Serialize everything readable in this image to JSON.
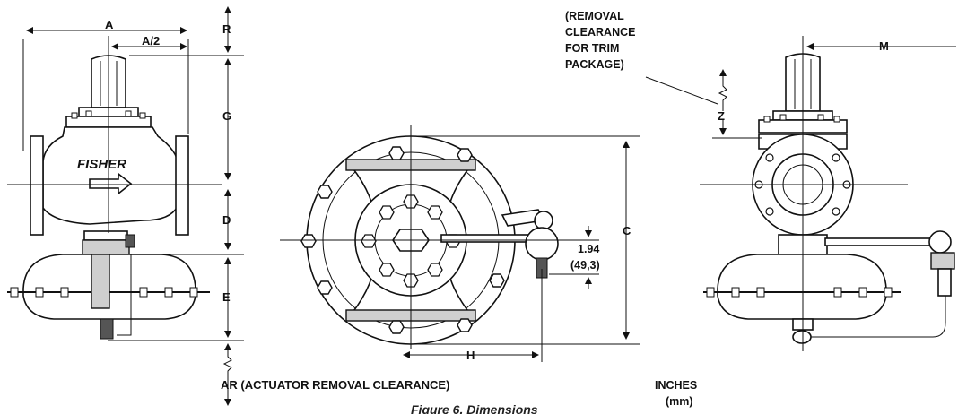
{
  "labels": {
    "dim_a": "A",
    "dim_a_half": "A/2",
    "dim_r": "R",
    "dim_g": "G",
    "dim_d": "D",
    "dim_e": "E",
    "dim_c": "C",
    "dim_h": "H",
    "dim_m": "M",
    "dim_z": "Z",
    "offset_in": "1.94",
    "offset_mm": "(49,3)",
    "brand": "FISHER",
    "ar_note": "AR (ACTUATOR REMOVAL CLEARANCE)",
    "removal_note": [
      "(REMOVAL",
      "CLEARANCE",
      "FOR TRIM",
      "PACKAGE)"
    ],
    "units_top": "INCHES",
    "units_bottom": "(mm)",
    "caption": "Figure 6.  Dimensions"
  }
}
